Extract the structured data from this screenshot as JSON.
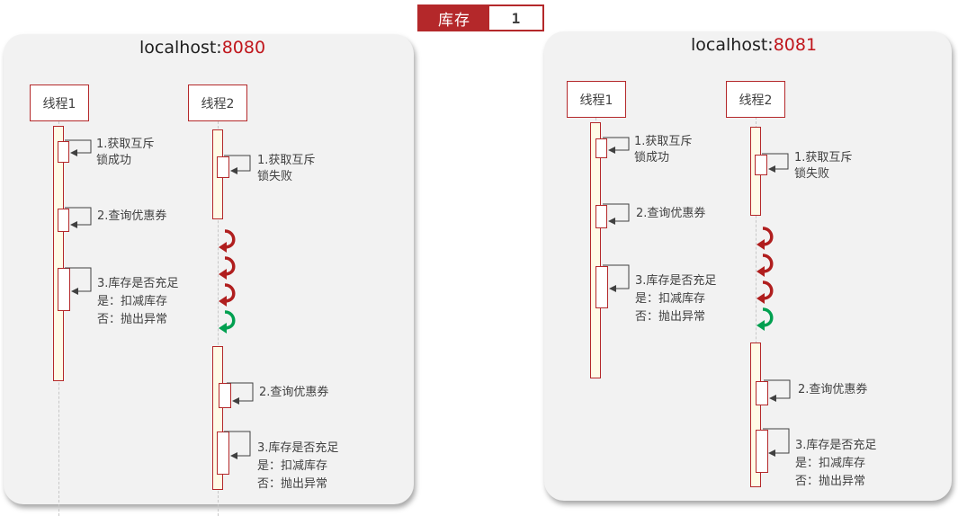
{
  "stock": {
    "label": "库存",
    "value": "1"
  },
  "servers": [
    {
      "host_prefix": "localhost:",
      "host_port": "8080",
      "threads": [
        {
          "name": "线程1",
          "steps": [
            {
              "lines": [
                "1.获取互斥",
                "锁成功"
              ]
            },
            {
              "lines": [
                "2.查询优惠券"
              ]
            },
            {
              "lines": [
                "3.库存是否充足",
                "是：扣减库存",
                "否：抛出异常"
              ]
            }
          ]
        },
        {
          "name": "线程2",
          "steps": [
            {
              "lines": [
                "1.获取互斥",
                "锁失败"
              ]
            },
            {
              "lines": [
                "2.查询优惠券"
              ]
            },
            {
              "lines": [
                "3.库存是否充足",
                "是：扣减库存",
                "否：抛出异常"
              ]
            }
          ]
        }
      ]
    },
    {
      "host_prefix": "localhost:",
      "host_port": "8081",
      "threads": [
        {
          "name": "线程1",
          "steps": [
            {
              "lines": [
                "1.获取互斥",
                "锁成功"
              ]
            },
            {
              "lines": [
                "2.查询优惠券"
              ]
            },
            {
              "lines": [
                "3.库存是否充足",
                "是：扣减库存",
                "否：抛出异常"
              ]
            }
          ]
        },
        {
          "name": "线程2",
          "steps": [
            {
              "lines": [
                "1.获取互斥",
                "锁失败"
              ]
            },
            {
              "lines": [
                "2.查询优惠券"
              ]
            },
            {
              "lines": [
                "3.库存是否充足",
                "是：扣减库存",
                "否：抛出异常"
              ]
            }
          ]
        }
      ]
    }
  ],
  "colors": {
    "accent": "#b4282a",
    "retry_wait": "#b01e1e",
    "retry_success": "#00a050",
    "panel": "#f2f2f2",
    "activation": "#fffbe6"
  },
  "icons": {
    "retry": "curved-retry-arrow-icon"
  }
}
